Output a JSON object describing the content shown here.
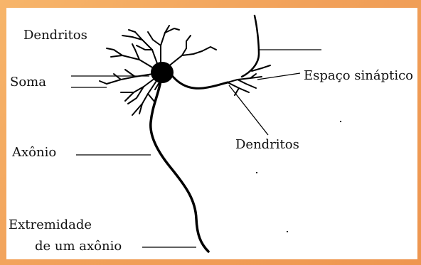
{
  "diagram": {
    "labels": {
      "dendritos_top": "Dendritos",
      "soma": "Soma",
      "axonio": "Axônio",
      "extremidade_line1": "Extremidade",
      "extremidade_line2": "de um axônio",
      "espaco_sinaptico": "Espaço sináptico",
      "dendritos_right": "Dendritos"
    }
  }
}
